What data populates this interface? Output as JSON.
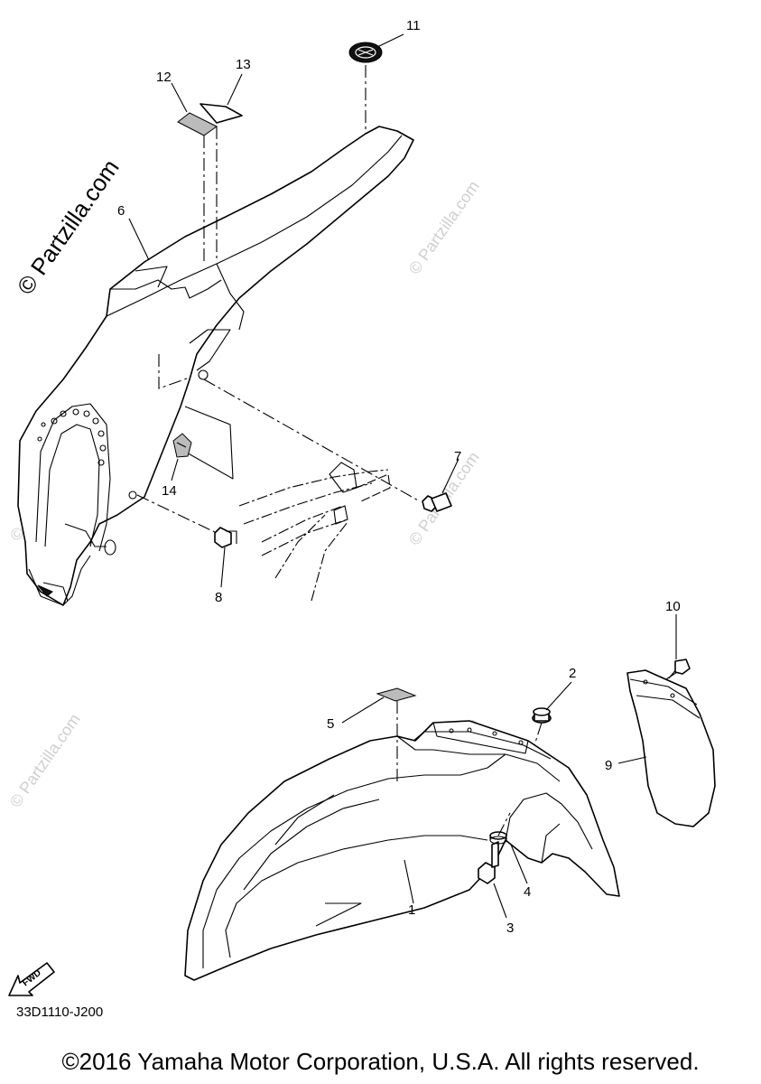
{
  "diagram": {
    "title": "",
    "callouts": [
      "1",
      "2",
      "3",
      "4",
      "5",
      "6",
      "7",
      "8",
      "9",
      "10",
      "11",
      "12",
      "13",
      "14"
    ],
    "fwd_label": "FWD",
    "code": "33D1110-J200",
    "copyright": "©2016 Yamaha Motor Corporation, U.S.A. All rights reserved.",
    "watermark": "© Partzilla.com",
    "watermark_faint": "© Partzilla.com"
  }
}
